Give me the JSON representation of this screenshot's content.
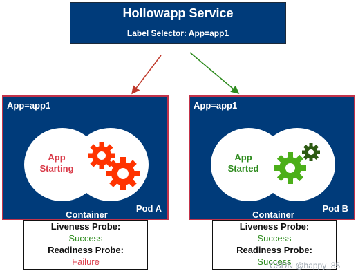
{
  "service": {
    "title": "Hollowapp Service",
    "selector": "Label Selector: App=app1"
  },
  "pods": [
    {
      "app_label": "App=app1",
      "name": "Pod A",
      "container_label": "Container",
      "state_line1": "App",
      "state_line2": "Starting",
      "gear_color": "#ff3300",
      "probes": {
        "liveness_label": "Liveness Probe:",
        "liveness_value": "Success",
        "readiness_label": "Readiness Probe:",
        "readiness_value": "Failure"
      }
    },
    {
      "app_label": "App=app1",
      "name": "Pod B",
      "container_label": "Container",
      "state_line1": "App",
      "state_line2": "Started",
      "gear_color": "#4caf1a",
      "probes": {
        "liveness_label": "Liveness Probe:",
        "liveness_value": "Success",
        "readiness_label": "Readiness Probe:",
        "readiness_value": "Success"
      }
    }
  ],
  "colors": {
    "navy": "#003b7a",
    "arrow_red": "#c0392b",
    "arrow_green": "#2e8b1e",
    "success": "#2e8b1e",
    "failure": "#d93a48"
  },
  "watermark": "CSDN @happy_85"
}
